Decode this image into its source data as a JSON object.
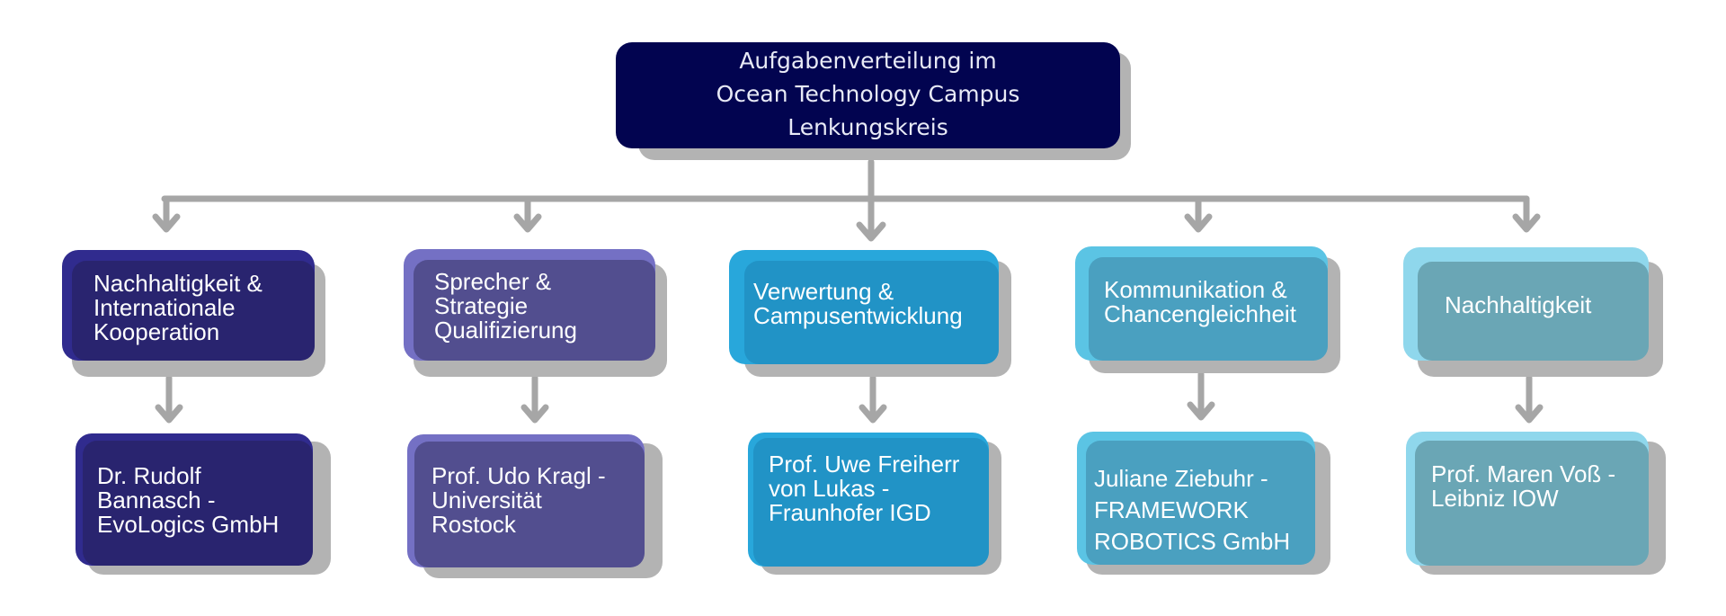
{
  "diagram": {
    "root": {
      "label": "Aufgabenverteilung im\nOcean Technology Campus\nLenkungskreis"
    },
    "areas": [
      {
        "label": "Nachhaltigkeit &\nInternationale\nKooperation",
        "person": "Dr. Rudolf\nBannasch -\nEvoLogics GmbH"
      },
      {
        "label": "Sprecher &\nStrategie\nQualifizierung",
        "person": "Prof. Udo Kragl -\nUniversität\nRostock"
      },
      {
        "label": "Verwertung &\nCampusentwicklung",
        "person": "Prof. Uwe Freiherr\nvon Lukas -\nFraunhofer IGD"
      },
      {
        "label": "Kommunikation &\nChancengleichheit",
        "person": "Juliane Ziebuhr -\nFRAMEWORK\nROBOTICS GmbH"
      },
      {
        "label": "Nachhaltigkeit",
        "person": "Prof. Maren Voß -\nLeibniz IOW"
      }
    ]
  },
  "colors": {
    "root": "#020450",
    "connector": "#a6a6a6",
    "shadow": "#b3b3b3",
    "column_1": {
      "outer": "#302b8e",
      "inner": "#29246f"
    },
    "column_2": {
      "outer": "#7470c4",
      "inner": "#524e8f"
    },
    "column_3": {
      "outer": "#28a7db",
      "inner": "#2193c6"
    },
    "column_4": {
      "outer": "#5bc4e4",
      "inner": "#4aa0c0"
    },
    "column_5": {
      "outer": "#8fd7ec",
      "inner": "#6aa6b5"
    }
  }
}
